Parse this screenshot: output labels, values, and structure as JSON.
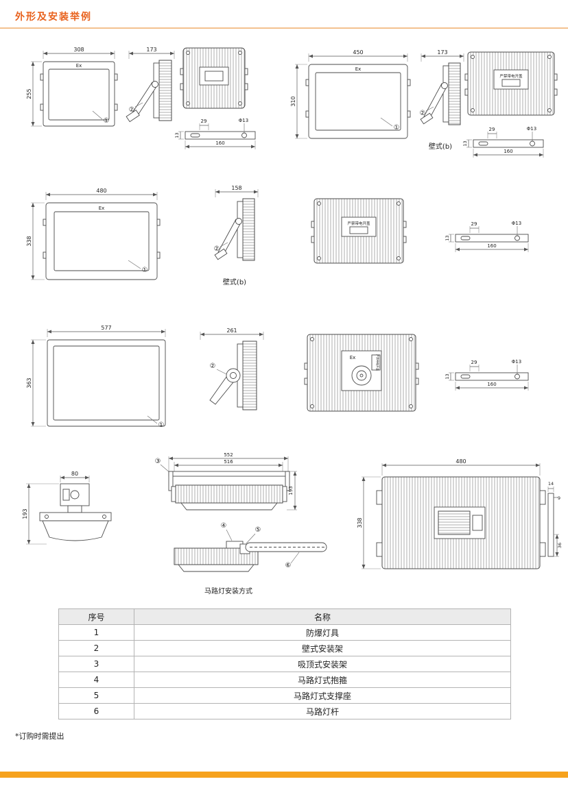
{
  "page": {
    "title": "外形及安装举例",
    "footnote": "*订购时需提出"
  },
  "colors": {
    "accent": "#e8611c",
    "rule": "#f3c18f",
    "footer_bar": "#f6a21d"
  },
  "labels": {
    "ex": "Ex",
    "wall_mount_b": "壁式(b)",
    "warning": "严禁带电开盖",
    "road_caption": "马路灯安装方式",
    "c1": "①",
    "c2": "②",
    "c3": "③",
    "c4": "④",
    "c5": "⑤",
    "c6": "⑥"
  },
  "bracket": {
    "d29": "29",
    "dphi": "Φ13",
    "d160": "160",
    "d13": "13"
  },
  "dims": {
    "r1a": {
      "w": "308",
      "h": "255",
      "side": "173"
    },
    "r1b": {
      "w": "450",
      "h": "310",
      "side": "173"
    },
    "r2": {
      "w": "480",
      "h": "338",
      "side": "158"
    },
    "r3": {
      "w": "577",
      "h": "363",
      "side": "261"
    },
    "r4": {
      "mount_w": "80",
      "mount_h": "193",
      "ceil_outer": "552",
      "ceil_inner": "516",
      "ceil_h": "193",
      "back_w": "480",
      "back_h": "338",
      "d14": "14",
      "d9": "9",
      "d36": "36"
    }
  },
  "table": {
    "headers": [
      "序号",
      "名称"
    ],
    "rows": [
      {
        "no": "1",
        "name": "防爆灯具"
      },
      {
        "no": "2",
        "name": "壁式安装架"
      },
      {
        "no": "3",
        "name": "吸顶式安装架"
      },
      {
        "no": "4",
        "name": "马路灯式抱箍"
      },
      {
        "no": "5",
        "name": "马路灯式支撑座"
      },
      {
        "no": "6",
        "name": "马路灯杆"
      }
    ]
  }
}
